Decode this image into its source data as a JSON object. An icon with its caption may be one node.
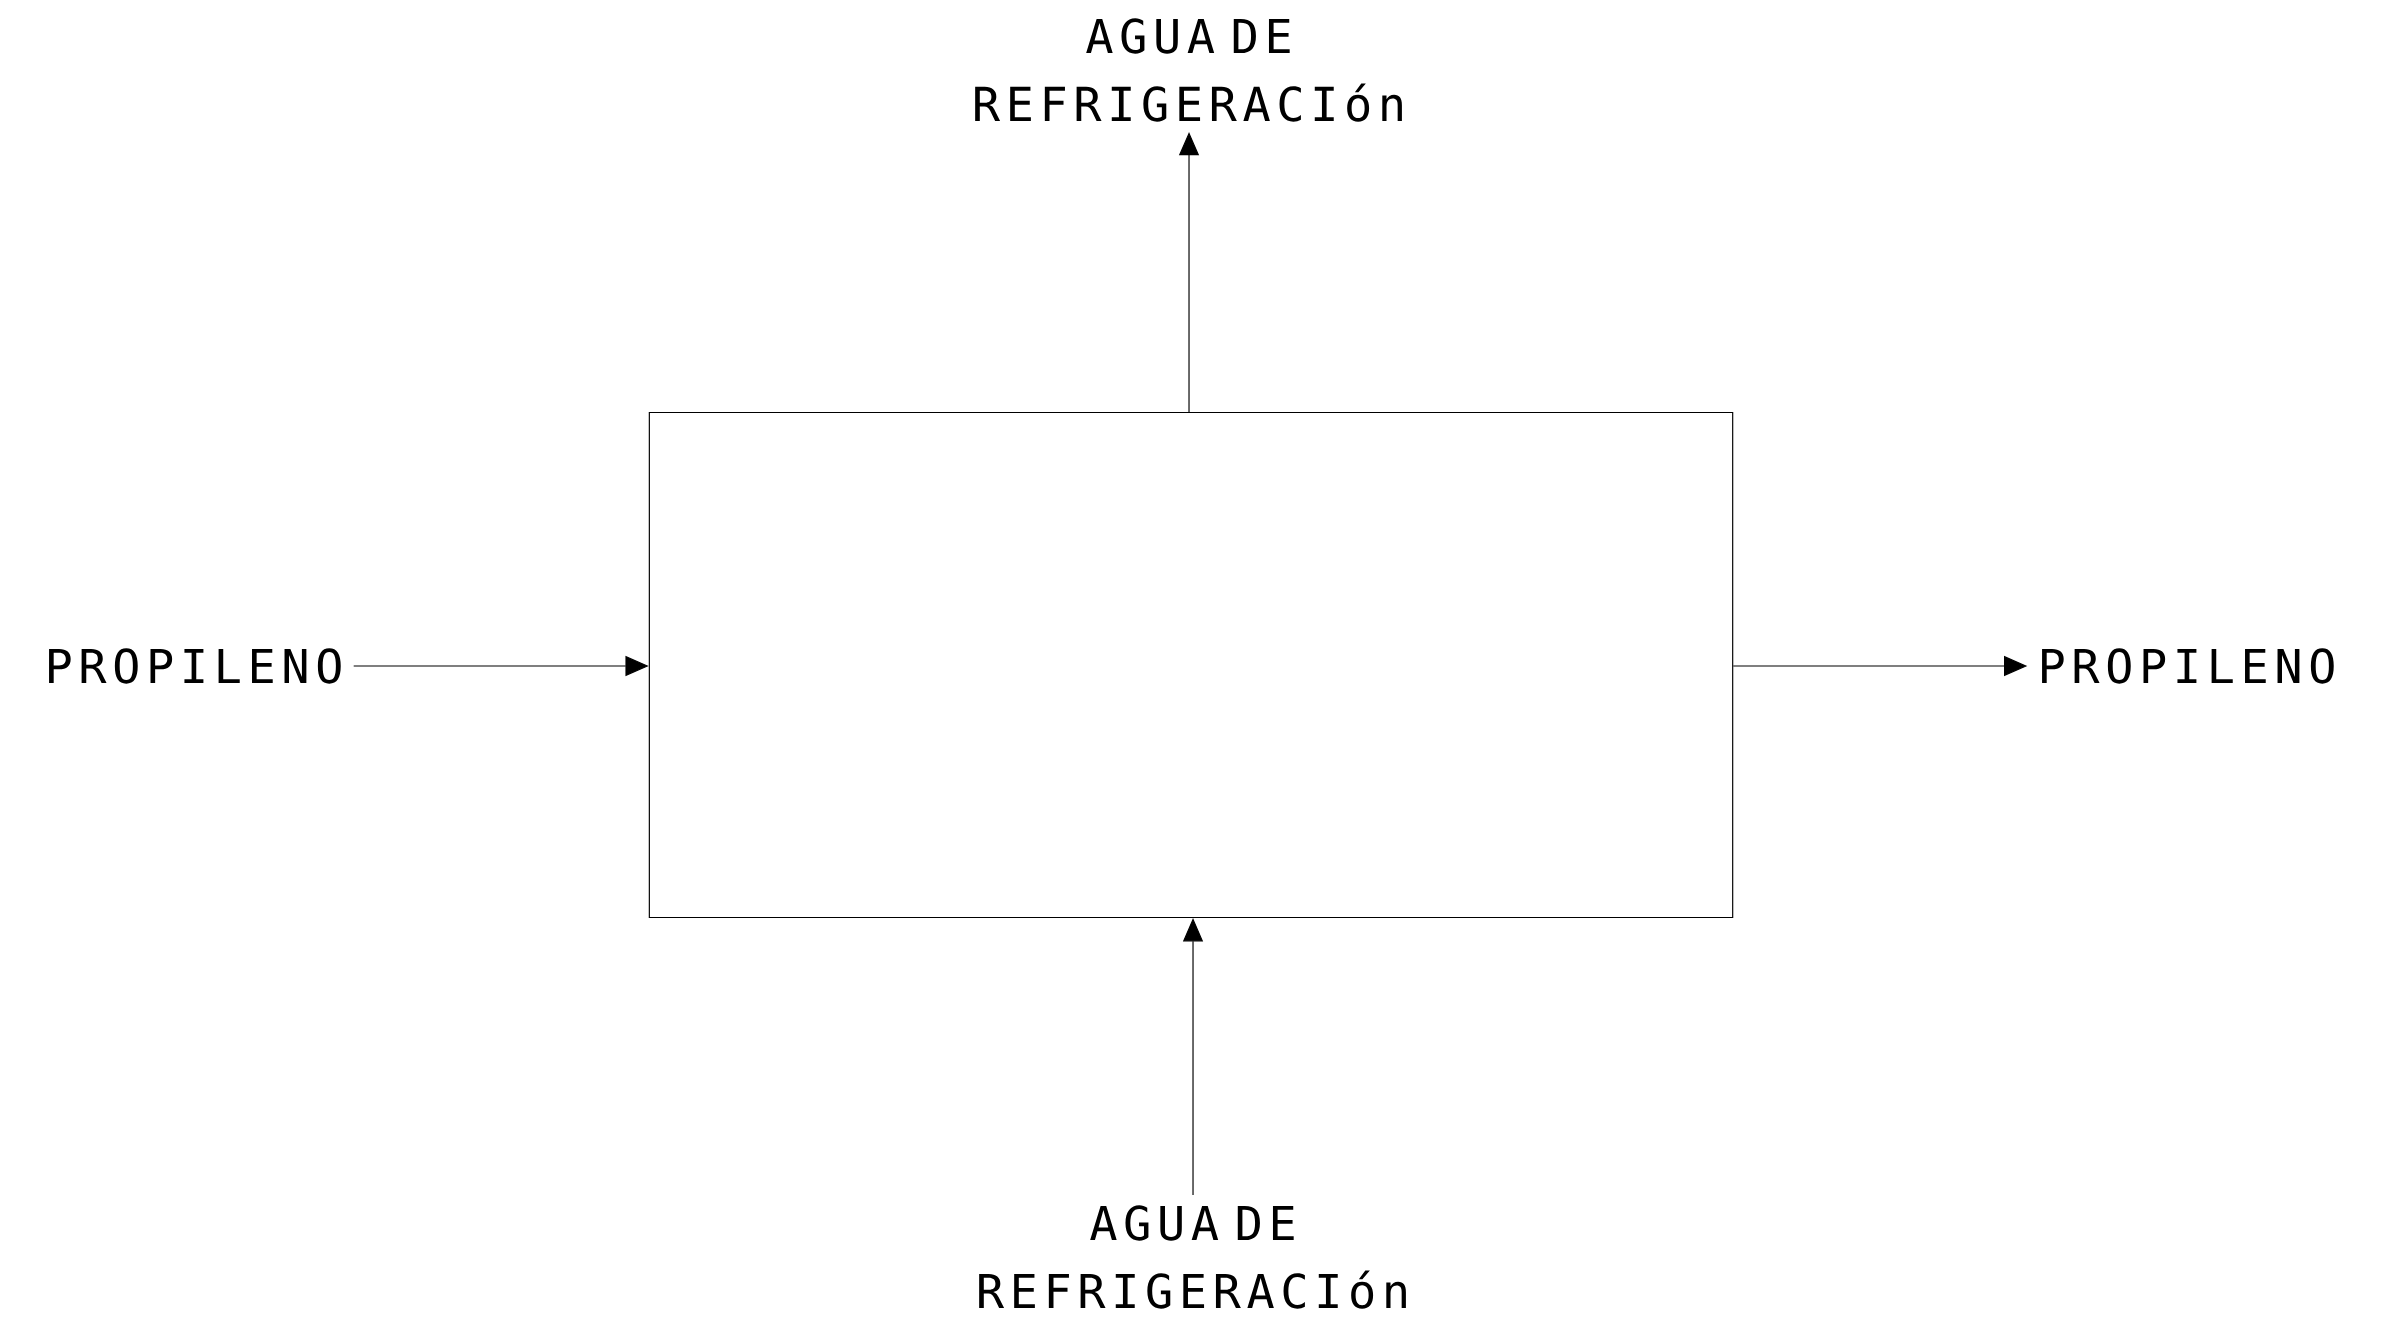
{
  "diagram": {
    "nodes": [
      {
        "text": [],
        "shape": "box"
      },
      {
        "text": [
          "PROPILENO"
        ]
      },
      {
        "text": [
          "PROPILENO"
        ]
      },
      {
        "text": [
          "AGUA DE REFRIGERACIón"
        ]
      },
      {
        "text": [
          "AGUA DE REFRIGERACIón"
        ]
      }
    ],
    "edges": [
      {
        "from": 1,
        "to": 0,
        "arrow": "to"
      },
      {
        "from": 0,
        "to": 2,
        "arrow": "to"
      },
      {
        "from": 0,
        "to": 3,
        "arrow": "to"
      },
      {
        "from": 4,
        "to": 0,
        "arrow": "to"
      }
    ]
  }
}
